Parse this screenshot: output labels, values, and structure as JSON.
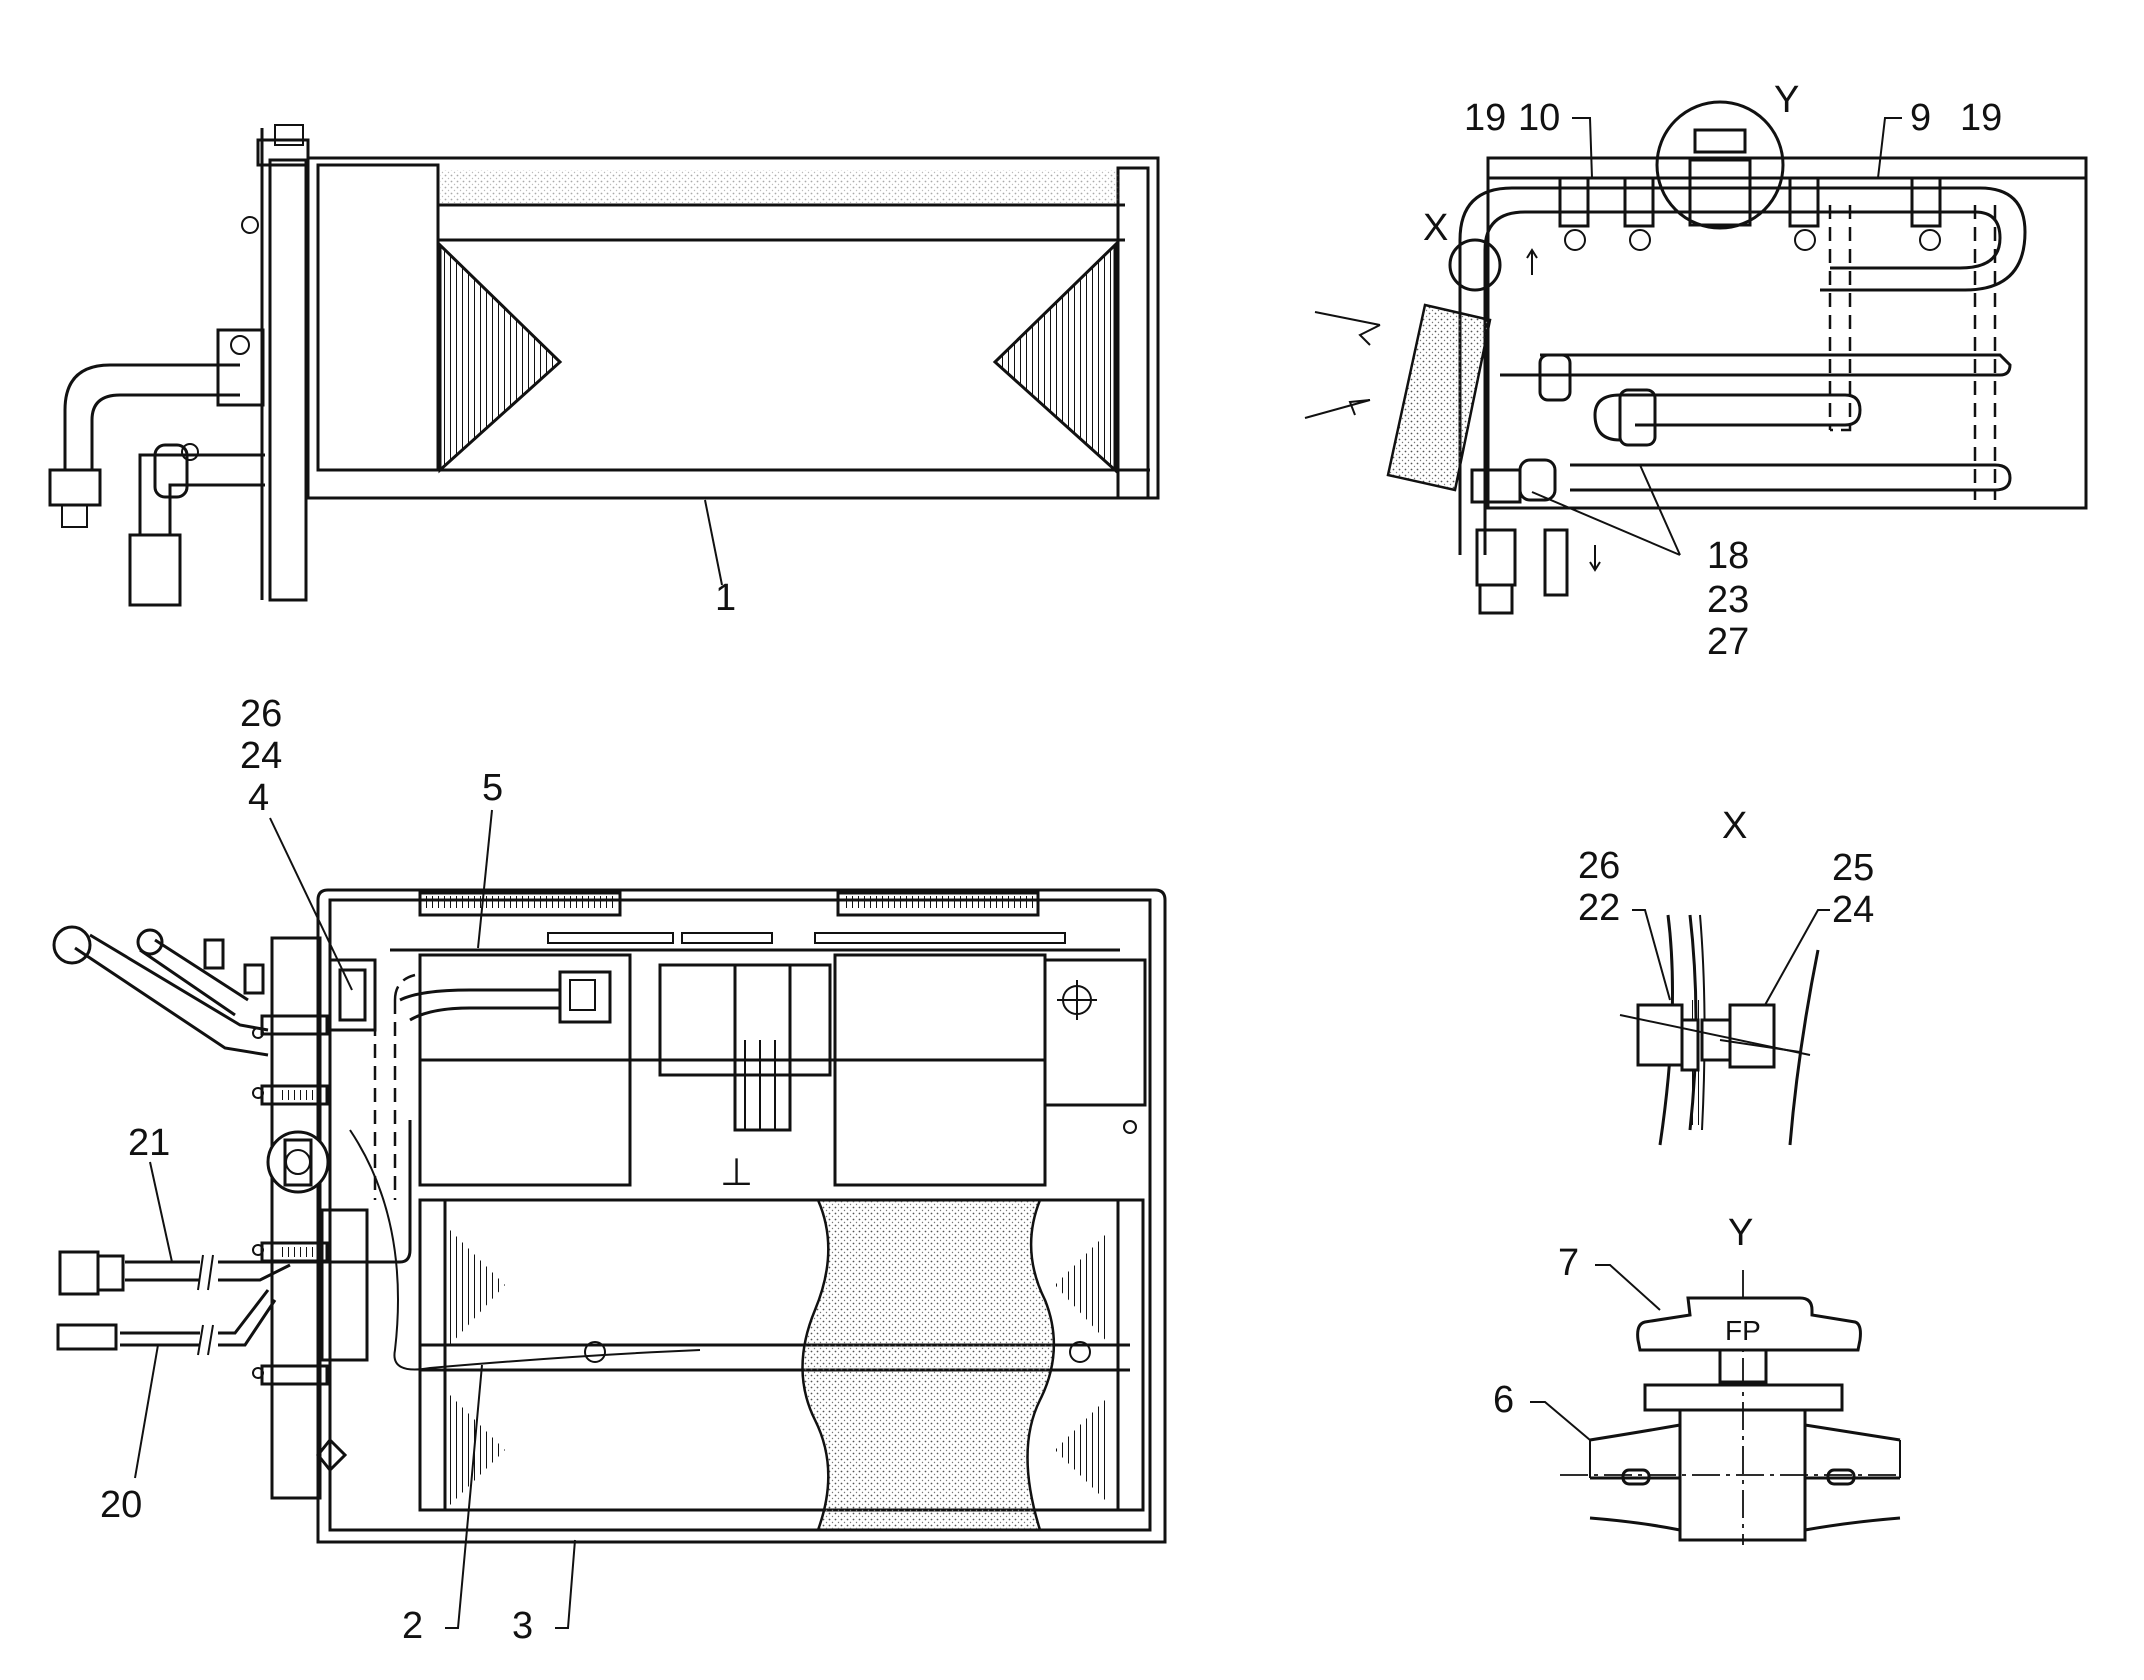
{
  "views": {
    "top_left": {
      "callouts": [
        "1"
      ]
    },
    "top_right": {
      "detail_markers": [
        "X",
        "Y"
      ],
      "callouts": [
        "19",
        "10",
        "9",
        "19",
        "18",
        "23",
        "27"
      ]
    },
    "bottom_left": {
      "callouts": [
        "26",
        "24",
        "4",
        "5",
        "21",
        "20",
        "2",
        "3"
      ]
    },
    "detail_x": {
      "title": "X",
      "callouts": [
        "26",
        "22",
        "25",
        "24"
      ]
    },
    "detail_y": {
      "title": "Y",
      "callouts": [
        "7",
        "6"
      ],
      "knob_marking": "FP"
    }
  },
  "colors": {
    "line": "#111111",
    "background": "#ffffff"
  }
}
